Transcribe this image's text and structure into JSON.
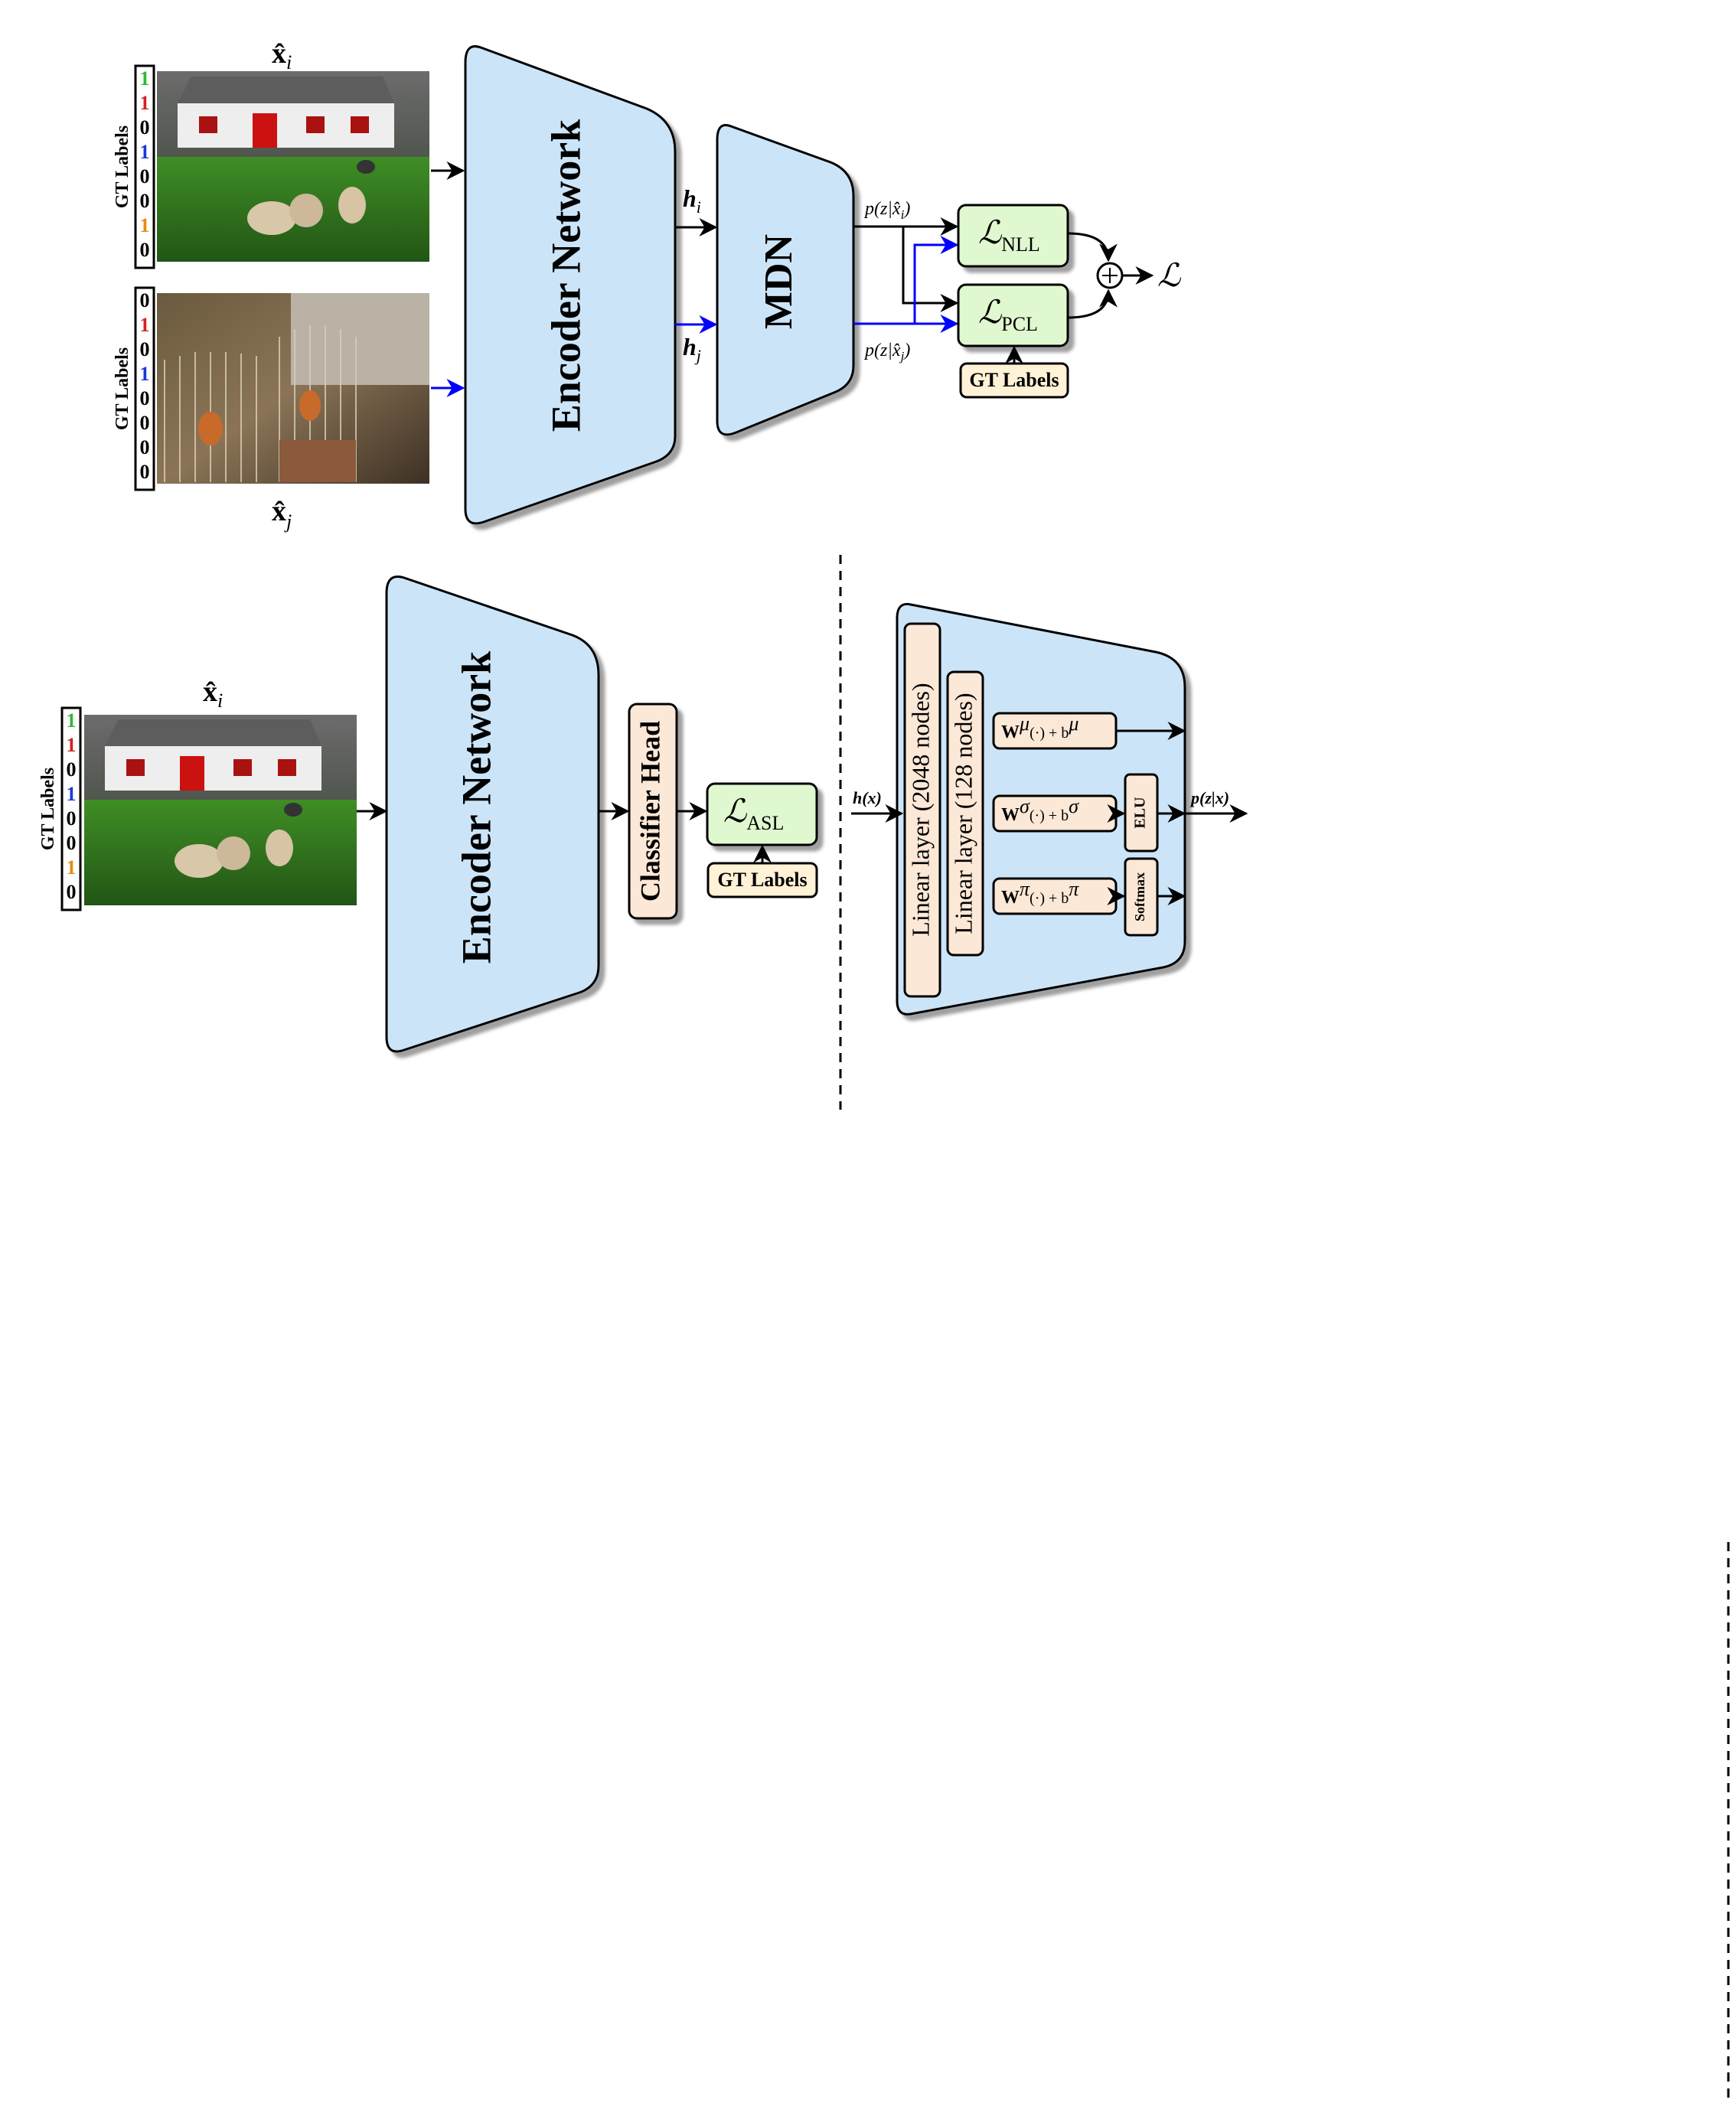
{
  "colors": {
    "encoder_fill": "#cce4f7",
    "loss_fill": "#e0f8cf",
    "label_fill": "#fce8d6",
    "gt_fill": "#fff2d6",
    "blue_arrow": "#0000ff",
    "label_green": "#33b833",
    "label_red": "#d42222",
    "label_blue": "#1a3ad6",
    "label_orange": "#e88a10"
  },
  "icons": [
    "plus-circle-icon",
    "arrow-head-icon"
  ],
  "top": {
    "xi_label": "x̂",
    "xi_sub": "i",
    "xj_label": "x̂",
    "xj_sub": "j",
    "gt_labels_vertical_1": "GT Labels",
    "gt_labels_vertical_2": "GT Labels",
    "labels_i": [
      "1",
      "1",
      "0",
      "1",
      "0",
      "0",
      "1",
      "0"
    ],
    "labels_j": [
      "0",
      "1",
      "0",
      "1",
      "0",
      "0",
      "0",
      "0"
    ],
    "encoder_label": "Encoder Network",
    "hi": "h",
    "hi_sub": "i",
    "hj": "h",
    "hj_sub": "j",
    "mdn_label": "MDN",
    "p_i": "p(z|x̂",
    "p_i_sub": "i",
    "p_j": "p(z|x̂",
    "p_j_sub": "j",
    "close_paren": ")",
    "loss_nll": "ℒ",
    "loss_nll_sub": "NLL",
    "loss_pcl": "ℒ",
    "loss_pcl_sub": "PCL",
    "gt_labels_box": "GT Labels",
    "total_loss": "ℒ"
  },
  "bottom": {
    "xi_label": "x̂",
    "xi_sub": "i",
    "gt_labels_vertical": "GT Labels",
    "labels_i": [
      "1",
      "1",
      "0",
      "1",
      "0",
      "0",
      "1",
      "0"
    ],
    "encoder_label": "Encoder Network",
    "classifier_head": "Classifier Head",
    "loss_asl": "ℒ",
    "loss_asl_sub": "ASL",
    "gt_labels_box": "GT Labels"
  },
  "mdn_detail": {
    "input_label": "h(x)",
    "output_label": "p(z|x)",
    "linear_2048": "Linear layer (2048 nodes)",
    "linear_128": "Linear layer (128 nodes)",
    "mu_W": "W",
    "mu_sup": "μ",
    "mu_mid": "(·) + b",
    "sigma_W": "W",
    "sigma_sup": "σ",
    "sigma_mid": "(·) + b",
    "pi_W": "W",
    "pi_sup": "π",
    "pi_mid": "(·) + b",
    "elu": "ELU",
    "softmax": "Softmax"
  }
}
